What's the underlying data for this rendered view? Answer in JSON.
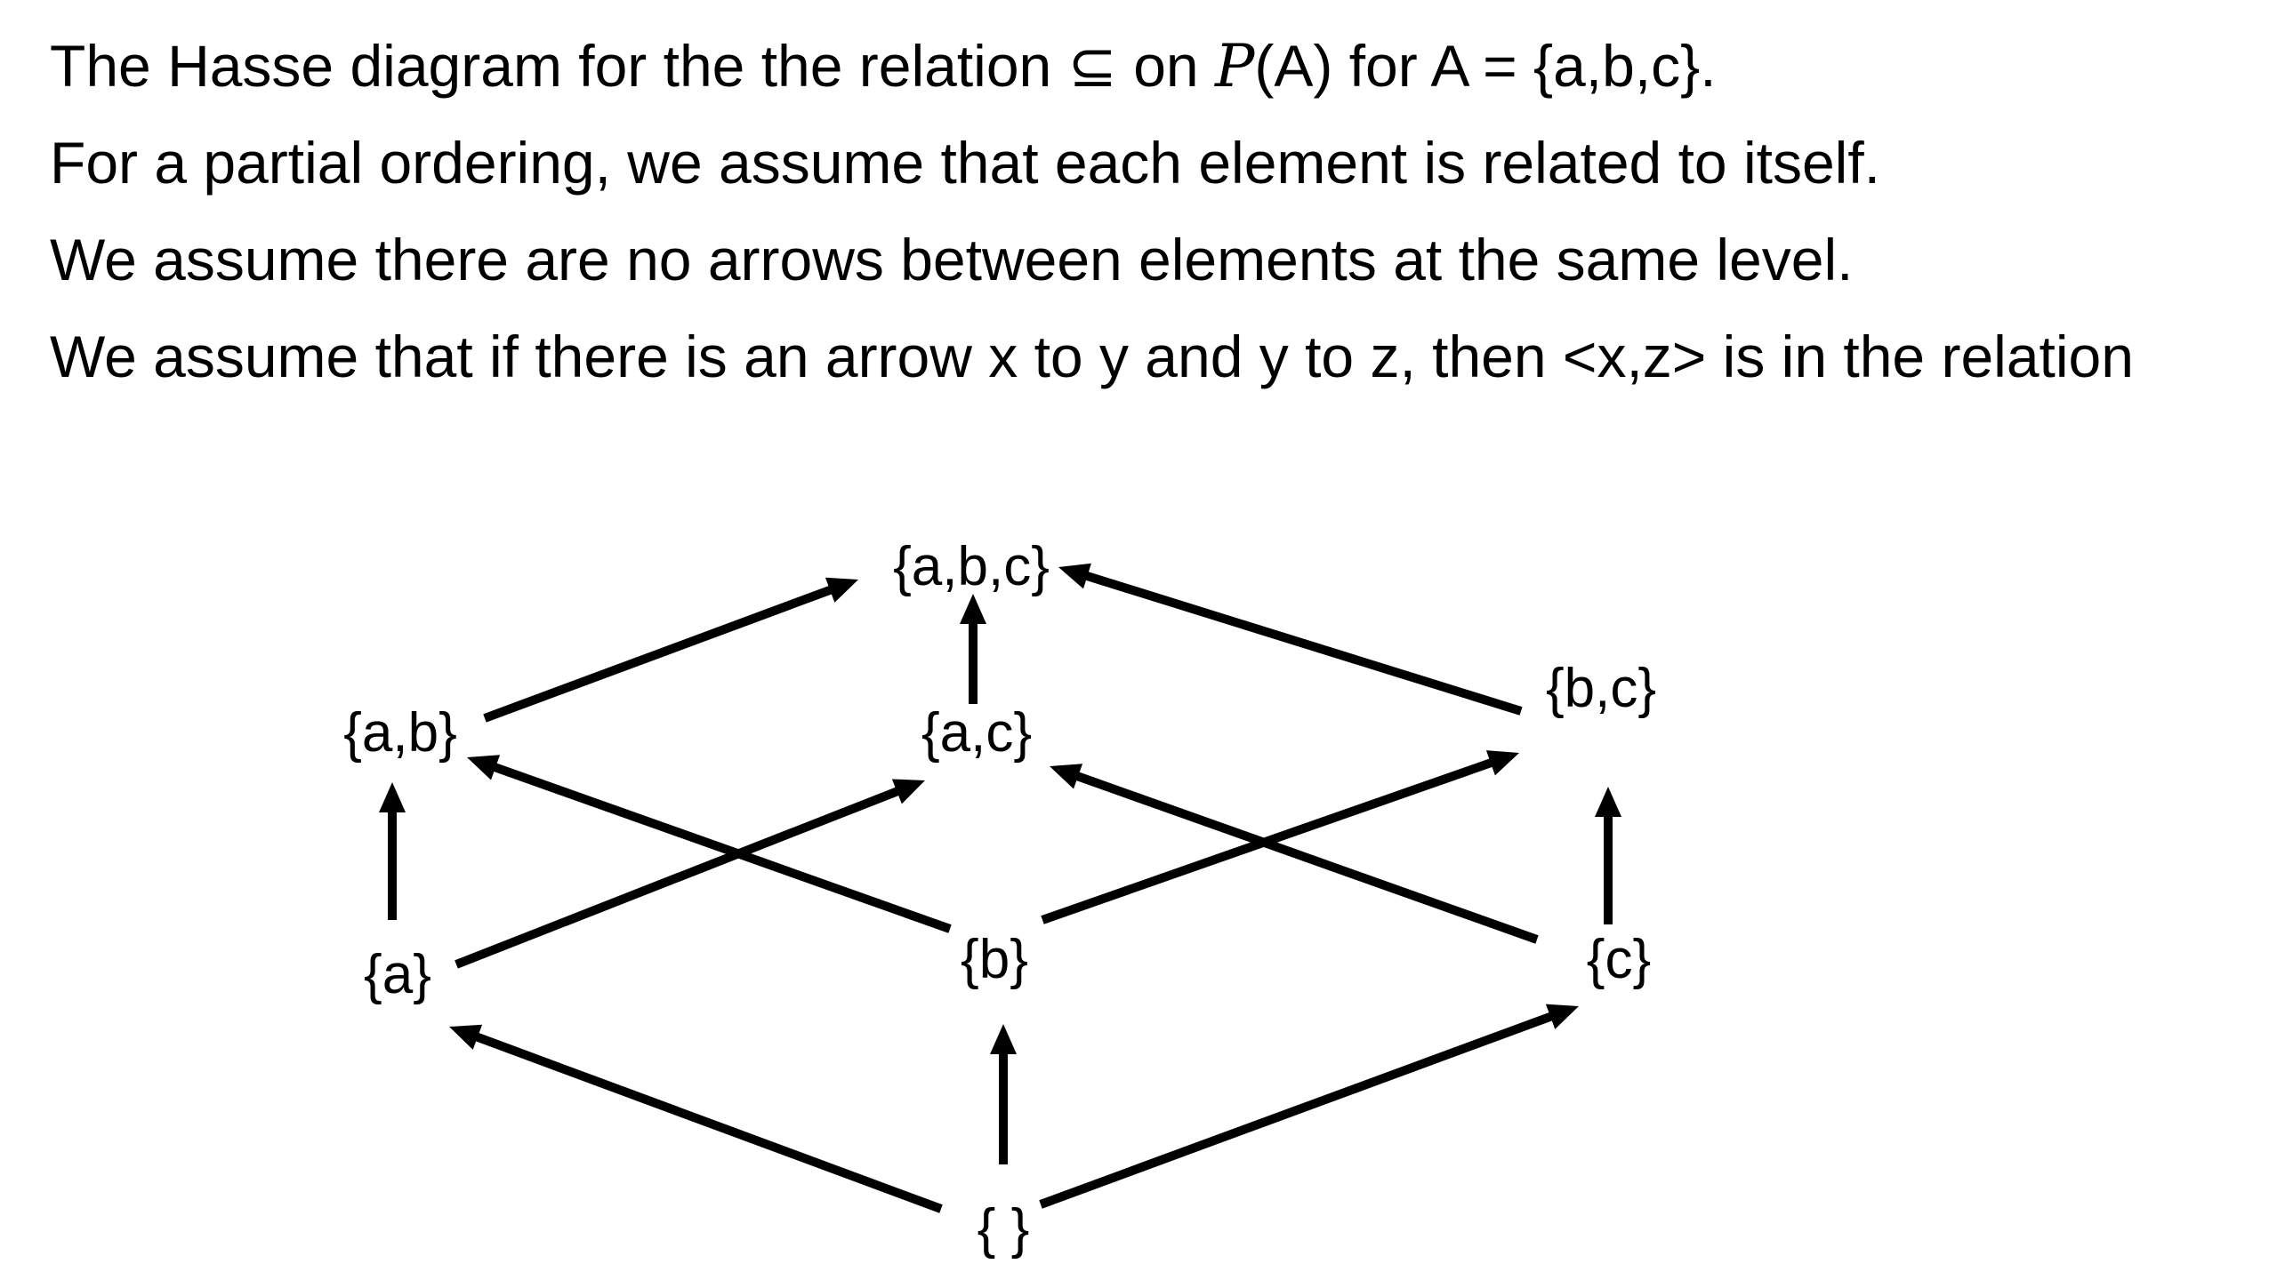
{
  "heading": {
    "line1_part1": "The Hasse diagram for the the relation ⊆ on ",
    "line1_script": "P",
    "line1_part2": "(A) for A = {a,b,c}.",
    "line2": "For a partial ordering, we assume that each element is related to itself.",
    "line3": "We assume there are no arrows between elements at the same level.",
    "line4": "We assume that if there is an arrow x to y and y to z, then <x,z> is in the relation"
  },
  "diagram": {
    "nodes": {
      "abc": "{a,b,c}",
      "ab": "{a,b}",
      "ac": "{a,c}",
      "bc": "{b,c}",
      "a": "{a}",
      "b": "{b}",
      "c": "{c}",
      "empty": "{ }"
    },
    "edges": [
      {
        "from": "empty",
        "to": "a"
      },
      {
        "from": "empty",
        "to": "b"
      },
      {
        "from": "empty",
        "to": "c"
      },
      {
        "from": "a",
        "to": "ab"
      },
      {
        "from": "a",
        "to": "ac"
      },
      {
        "from": "b",
        "to": "ab"
      },
      {
        "from": "b",
        "to": "bc"
      },
      {
        "from": "c",
        "to": "ac"
      },
      {
        "from": "c",
        "to": "bc"
      },
      {
        "from": "ab",
        "to": "abc"
      },
      {
        "from": "ac",
        "to": "abc"
      },
      {
        "from": "bc",
        "to": "abc"
      }
    ]
  },
  "colors": {
    "background": "#ffffff",
    "ink": "#000000"
  }
}
